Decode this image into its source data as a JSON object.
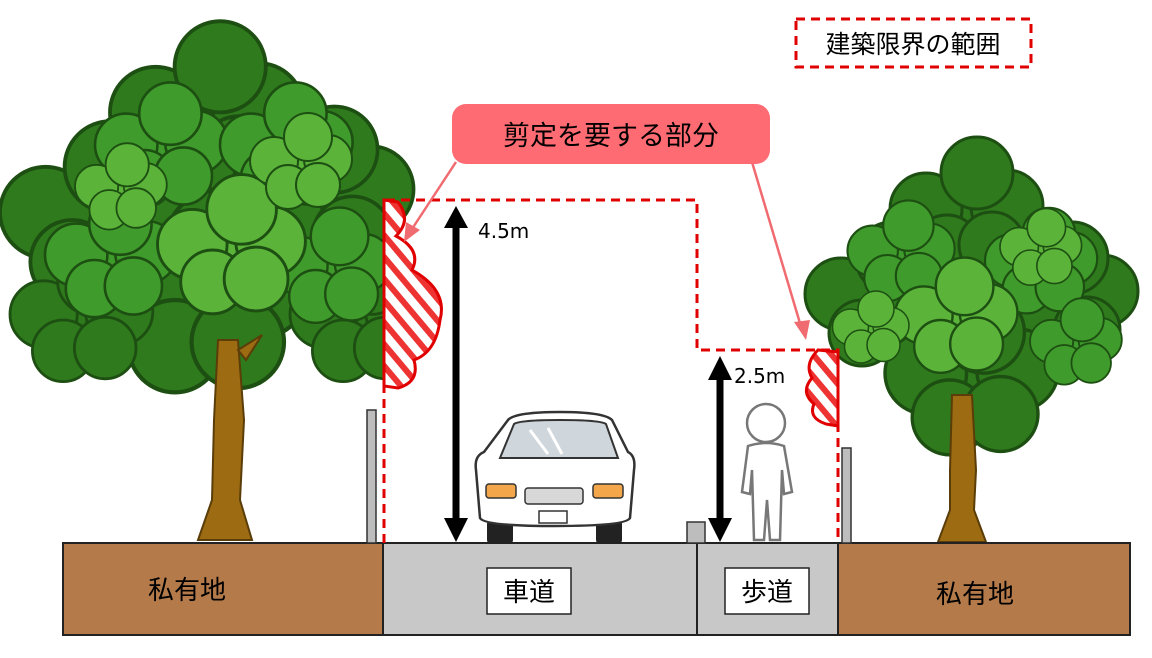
{
  "legend": {
    "label": "建築限界の範囲",
    "line_color": "#e00000"
  },
  "callout": {
    "label": "剪定を要する部分",
    "fill": "#ff6b72"
  },
  "dimensions": {
    "roadway_height": "4.5m",
    "sidewalk_height": "2.5m"
  },
  "ground": {
    "left_private": "私有地",
    "roadway": "車道",
    "sidewalk": "歩道",
    "right_private": "私有地"
  },
  "colors": {
    "soil": "#b47a4a",
    "pavement": "#c8c8c8",
    "clearance": "#e00000",
    "foliage_dark": "#2f7d1f",
    "foliage_mid": "#3d9a2a",
    "foliage_light": "#5db33a",
    "trunk": "#9a6a10"
  },
  "icons": [
    "tree-icon",
    "car-icon",
    "person-icon",
    "arrow-icon"
  ]
}
